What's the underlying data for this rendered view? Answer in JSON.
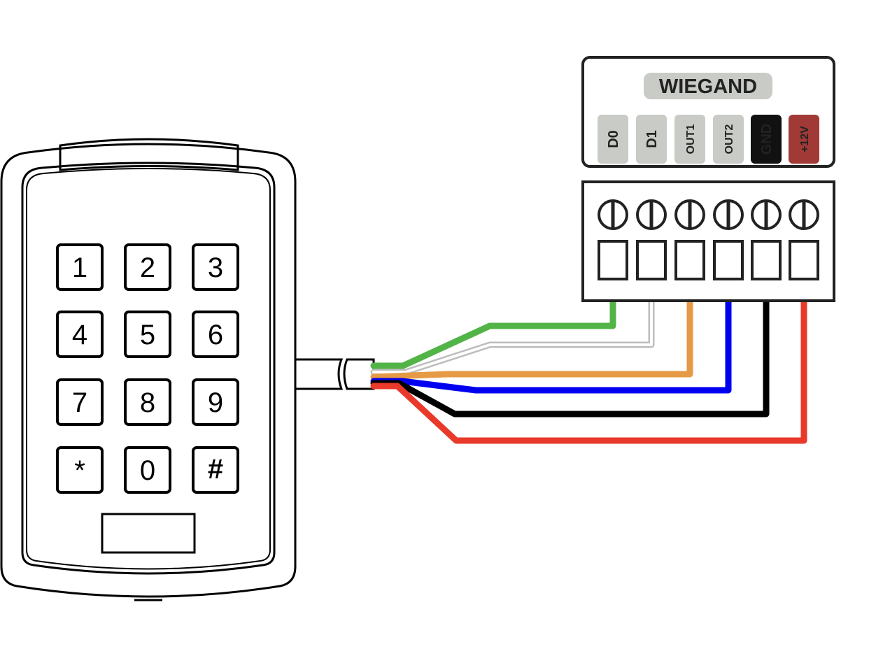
{
  "keypad": {
    "keys": [
      "1",
      "2",
      "3",
      "4",
      "5",
      "6",
      "7",
      "8",
      "9",
      "*",
      "0",
      "#"
    ]
  },
  "wiegand_block": {
    "title": "WIEGAND",
    "title_bg_color": "#c9cbc6",
    "terminals": [
      {
        "label": "D0",
        "bg_color": "#c9cbc6",
        "text_color": "#222222",
        "wire_color": "#52b447"
      },
      {
        "label": "D1",
        "bg_color": "#c9cbc6",
        "text_color": "#222222",
        "wire_color": "#bdbdbd"
      },
      {
        "label": "OUT1",
        "bg_color": "#c9cbc6",
        "text_color": "#222222",
        "wire_color": "#e69a45"
      },
      {
        "label": "OUT2",
        "bg_color": "#c9cbc6",
        "text_color": "#222222",
        "wire_color": "#0000f0"
      },
      {
        "label": "GND",
        "bg_color": "#111111",
        "text_color": "#ffffff",
        "wire_color": "#000000"
      },
      {
        "label": "+12V",
        "bg_color": "#a13a36",
        "text_color": "#ffffff",
        "wire_color": "#e8392a"
      }
    ]
  }
}
